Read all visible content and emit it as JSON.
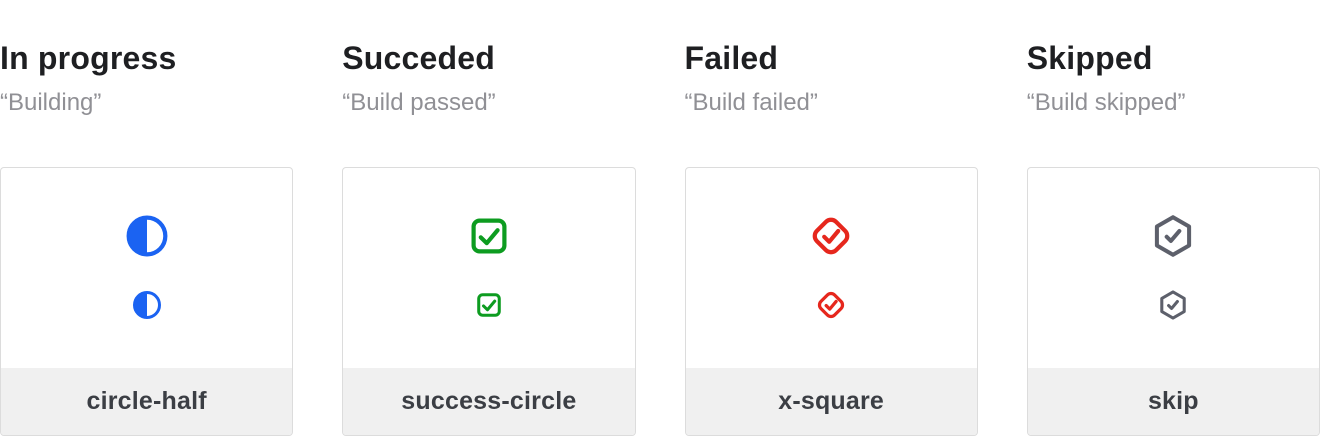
{
  "colors": {
    "title": "#1e1f22",
    "quote": "#909095",
    "card_border": "#dcdcdc",
    "card_bg": "#ffffff",
    "footer_bg": "#f0f0f0",
    "footer_text": "#3b3e44",
    "in_progress_blue": "#1b63f2",
    "success_green": "#0d9c20",
    "failed_red": "#e6271d",
    "skipped_gray": "#5d606b"
  },
  "columns": [
    {
      "title": "In progress",
      "quote": "“Building”",
      "icon": "circle-half-icon",
      "label": "circle-half",
      "color": "#1b63f2"
    },
    {
      "title": "Succeded",
      "quote": "“Build passed”",
      "icon": "check-square-icon",
      "label": "success-circle",
      "color": "#0d9c20"
    },
    {
      "title": "Failed",
      "quote": "“Build failed”",
      "icon": "check-diamond-icon",
      "label": "x-square",
      "color": "#e6271d"
    },
    {
      "title": "Skipped",
      "quote": "“Build skipped”",
      "icon": "check-hexagon-icon",
      "label": "skip",
      "color": "#5d606b"
    }
  ]
}
